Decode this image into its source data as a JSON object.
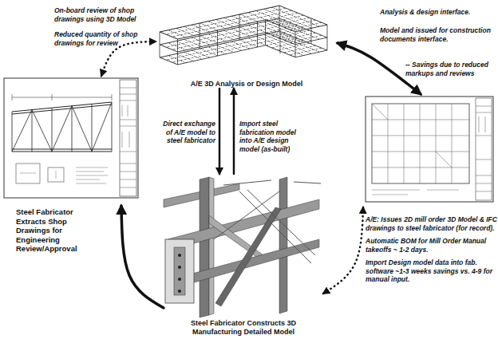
{
  "diagram": {
    "nodes": [
      {
        "text": [
          "A/E 3D Analysis or Design Model"
        ]
      },
      {
        "text": [
          "Steel Fabricator Extracts Shop Drawings for Engineering Review/Approval"
        ]
      },
      {
        "text": [
          "A/E: Issues 2D mill order 3D Model & IFC drawings to steel fabricator (for record).",
          "Automatic BOM for Mill Order Manual takeoffs ~ 1-2 days.",
          "Import Design model data into fab. software ~1-3 weeks savings vs. 4-9 for manual input."
        ]
      },
      {
        "text": [
          "Steel Fabricator Constructs 3D Manufacturing Detailed Model"
        ]
      }
    ],
    "edges": [
      {
        "from": 0,
        "to": 3,
        "arrow": "to",
        "label": "Direct exchange of A/E model to steel fabricator"
      },
      {
        "from": 3,
        "to": 0,
        "arrow": "to",
        "label": "Import steel fabrication model into A/E design model (as-built)"
      },
      {
        "from": 0,
        "to": 2,
        "arrow": "both"
      },
      {
        "from": 2,
        "to": 3,
        "arrow": "both"
      },
      {
        "from": 3,
        "to": 1,
        "arrow": "to"
      },
      {
        "from": 1,
        "to": 0,
        "arrow": "both"
      }
    ],
    "labels": [
      "On-board review of shop drawings using 3D Model",
      "Reduced quantity of shop drawings for review",
      "Analysis & design interface.",
      "Model and issued for construction documents interface.",
      "-- Savings due to reduced markups and reviews"
    ]
  }
}
